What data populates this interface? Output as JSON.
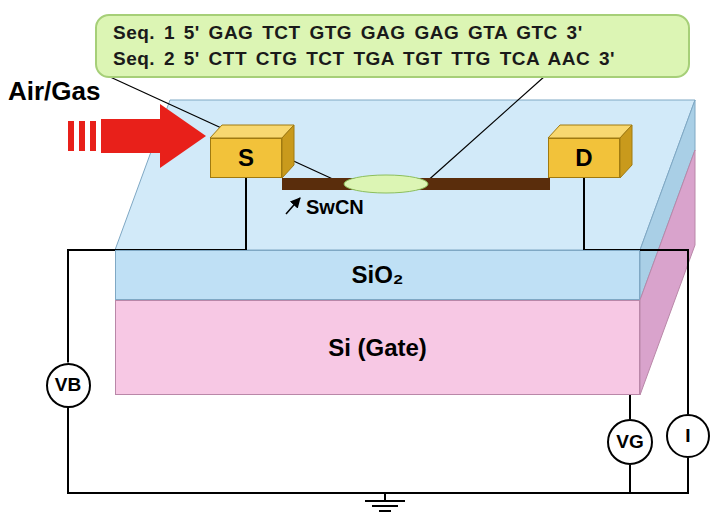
{
  "diagram": {
    "nodes": [
      {
        "text": [
          "Seq. 1 5' GAG TCT GTG GAG GAG GTA GTC 3'",
          "Seq. 2 5' CTT CTG TCT TGA TGT TTG TCA AAC 3'"
        ]
      },
      {
        "text": [
          "S"
        ]
      },
      {
        "text": [
          "D"
        ]
      },
      {
        "text": [
          "SiO₂"
        ]
      },
      {
        "text": [
          "Si (Gate)"
        ]
      },
      {
        "text": [
          "VB"
        ]
      },
      {
        "text": [
          "I"
        ]
      },
      {
        "text": [
          "VG"
        ]
      }
    ],
    "edges": [
      {
        "from": 5,
        "to": 1,
        "arrow": "none"
      },
      {
        "from": 2,
        "to": 6,
        "arrow": "none"
      },
      {
        "from": 6,
        "to": 5,
        "arrow": "none"
      },
      {
        "from": 4,
        "to": 7,
        "arrow": "none"
      },
      {
        "from": 7,
        "to": 5,
        "arrow": "none"
      }
    ],
    "labels": [
      "Air/Gas",
      "SwCN"
    ]
  }
}
